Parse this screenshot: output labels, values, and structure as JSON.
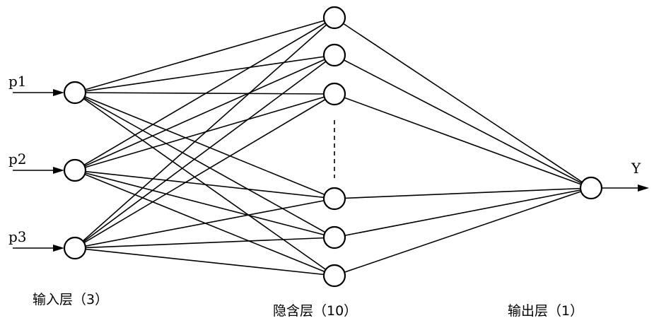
{
  "inputs": [
    "p1",
    "p2",
    "p3"
  ],
  "hidden_count_visible": 6,
  "output_label": "Y",
  "layers": {
    "input": "输入层（3）",
    "hidden": "隐含层（10）",
    "output": "输出层（1）"
  },
  "colors": {
    "stroke": "#000000",
    "background": "#ffffff"
  }
}
